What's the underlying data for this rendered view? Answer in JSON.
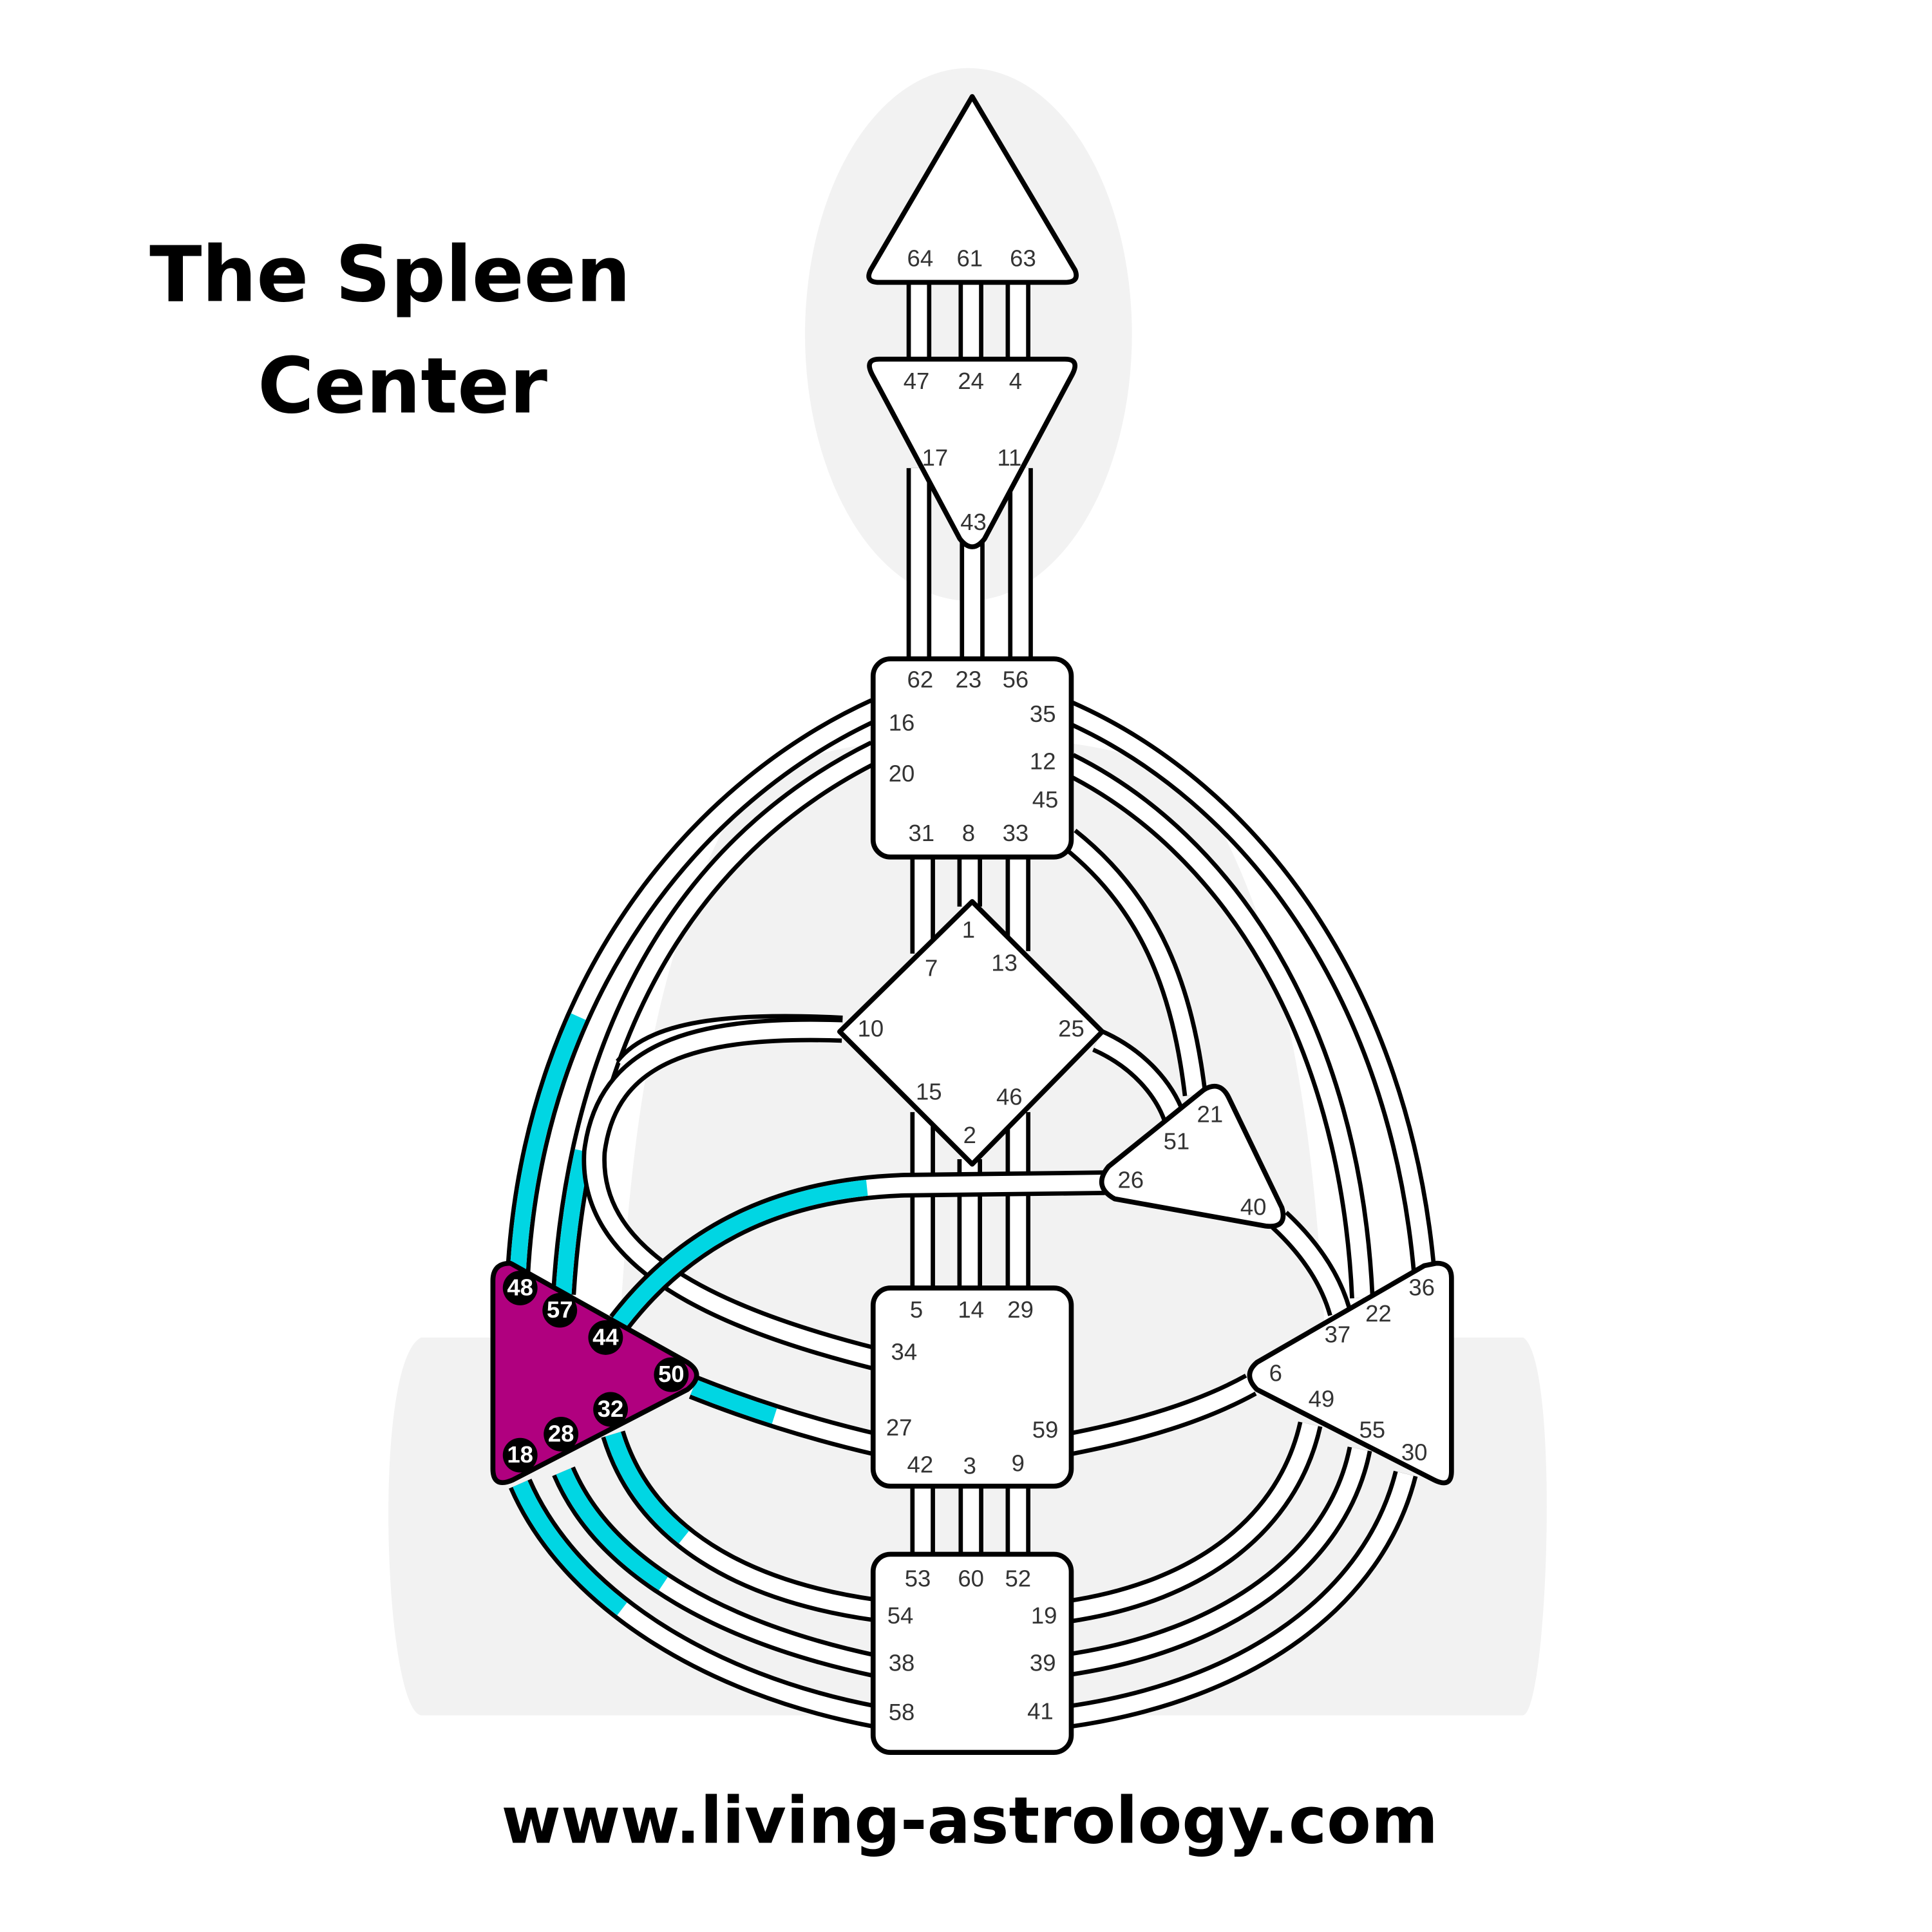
{
  "title": {
    "line1": "The Spleen",
    "line2": "Center"
  },
  "footer": {
    "url": "www.living-astrology.com"
  },
  "colors": {
    "spleen_fill": "#B0007F",
    "active_channel": "#00D6E3",
    "silhouette": "#F2F2F2",
    "outline": "#000000"
  },
  "highlighted_center": "spleen",
  "centers": {
    "head": {
      "gates": [
        "64",
        "61",
        "63"
      ]
    },
    "ajna": {
      "gates": [
        "47",
        "24",
        "4",
        "17",
        "11",
        "43"
      ]
    },
    "throat": {
      "gates": [
        "62",
        "23",
        "56",
        "16",
        "35",
        "20",
        "12",
        "45",
        "31",
        "8",
        "33"
      ]
    },
    "g": {
      "gates": [
        "1",
        "7",
        "13",
        "10",
        "25",
        "15",
        "46",
        "2"
      ]
    },
    "ego": {
      "gates": [
        "21",
        "51",
        "26",
        "40"
      ]
    },
    "sacral": {
      "gates": [
        "5",
        "14",
        "29",
        "34",
        "27",
        "59",
        "42",
        "3",
        "9"
      ]
    },
    "root": {
      "gates": [
        "53",
        "60",
        "52",
        "54",
        "19",
        "38",
        "39",
        "58",
        "41"
      ]
    },
    "solar_plexus": {
      "gates": [
        "36",
        "22",
        "37",
        "6",
        "49",
        "55",
        "30"
      ]
    },
    "spleen": {
      "gates": [
        "48",
        "57",
        "44",
        "50",
        "32",
        "28",
        "18"
      ]
    }
  }
}
